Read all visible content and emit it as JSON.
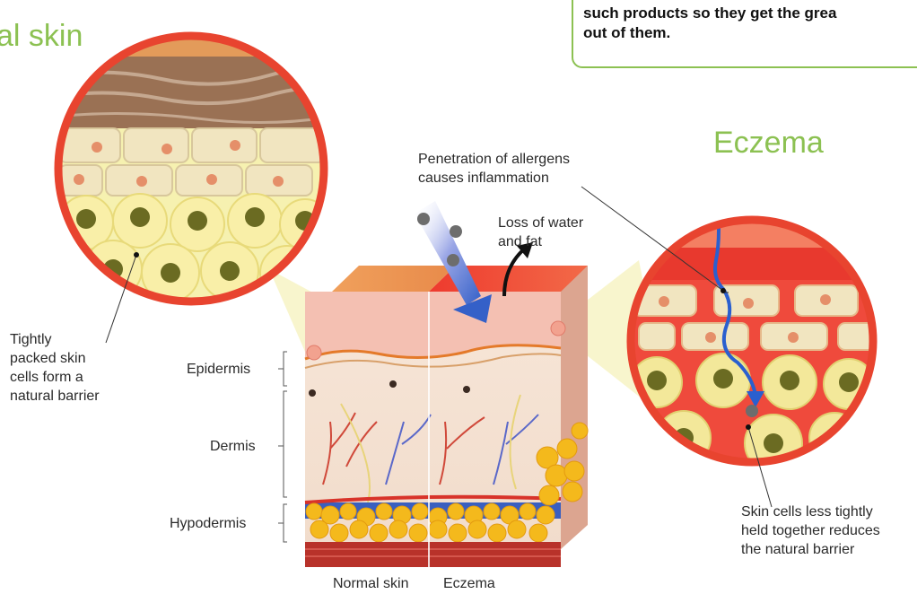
{
  "headings": {
    "normal_skin_partial": "al skin",
    "eczema": "Eczema"
  },
  "callout": {
    "lines": [
      "such products so they get the grea",
      "out of them."
    ]
  },
  "annotations": {
    "penetration": [
      "Penetration of allergens",
      "causes inflammation"
    ],
    "water_loss": [
      "Loss of water",
      "and fat"
    ],
    "tight_cells": [
      "Tightly",
      "packed skin",
      "cells form a",
      "natural barrier"
    ],
    "loose_cells": [
      "Skin cells less tightly",
      "held together reduces",
      "the natural barrier"
    ]
  },
  "layers": {
    "epidermis": "Epidermis",
    "dermis": "Dermis",
    "hypodermis": "Hypodermis"
  },
  "bottom_labels": {
    "normal": "Normal skin",
    "eczema": "Eczema"
  },
  "colors": {
    "accent_green": "#8cc152",
    "lens_border": "#e8442f",
    "arrow_blue": "#3460c8",
    "fat_yellow": "#f4b91c",
    "muscle_red": "#b8322a"
  },
  "icons": {
    "allergen": "allergen-particle-icon",
    "water_loss_arrow": "curved-arrow-icon"
  }
}
